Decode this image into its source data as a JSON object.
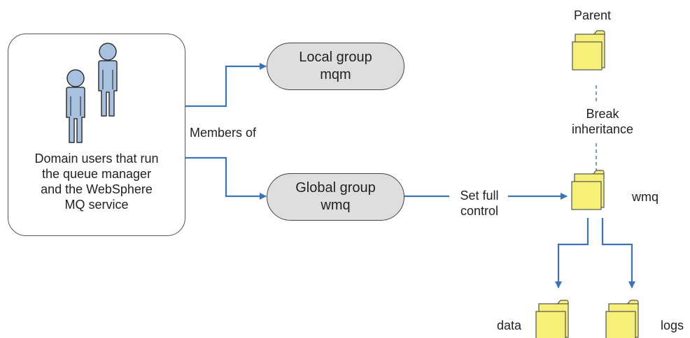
{
  "users_box": {
    "lines": [
      "Domain users that run",
      "the queue manager",
      "and the WebSphere",
      "MQ service"
    ]
  },
  "local_group": {
    "lines": [
      "Local group",
      "mqm"
    ]
  },
  "global_group": {
    "lines": [
      "Global group",
      "wmq"
    ]
  },
  "members_of": "Members of",
  "set_full_control": {
    "lines": [
      "Set full",
      "control"
    ]
  },
  "folders": {
    "parent": "Parent",
    "wmq": "wmq",
    "data": "data",
    "logs": "logs"
  },
  "break_inheritance": {
    "lines": [
      "Break",
      "inheritance"
    ]
  },
  "colors": {
    "arrow": "#3a73b8",
    "group_fill": "#dedede",
    "folder_fill": "#f6ef78",
    "person_fill": "#a9c1e0"
  }
}
